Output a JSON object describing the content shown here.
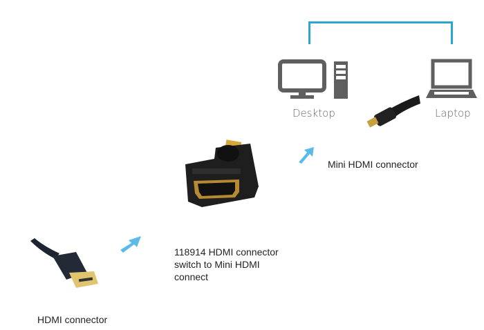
{
  "diagram": {
    "connection_line_color": "#2aa6d2",
    "arrow_color": "#5bbbe8",
    "icon_color": "#5f5f5f",
    "nodes": {
      "desktop": {
        "label": "Desktop",
        "icon": "desktop-computer-icon"
      },
      "laptop": {
        "label": "Laptop",
        "icon": "laptop-icon"
      }
    },
    "items": [
      {
        "id": "hdmi",
        "label": "HDMI connector",
        "image": "hdmi-plug-photo"
      },
      {
        "id": "adapter",
        "label_lines": [
          "118914 HDMI connector",
          "switch to Mini HDMI",
          "connect"
        ],
        "image": "hdmi-to-mini-hdmi-adapter-photo"
      },
      {
        "id": "mini",
        "label": "Mini HDMI connector",
        "image": "mini-hdmi-plug-photo"
      }
    ],
    "arrows": [
      "arrow-hdmi-to-adapter",
      "arrow-adapter-to-mini"
    ]
  }
}
